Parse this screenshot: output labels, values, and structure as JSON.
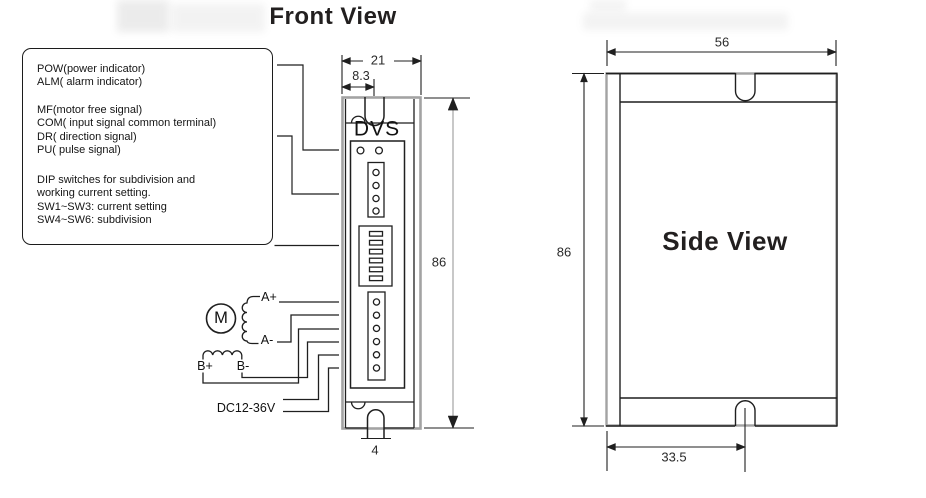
{
  "titles": {
    "front": "Front View",
    "side": "Side View"
  },
  "device": {
    "model": "DVS"
  },
  "legend": {
    "group1": [
      "POW(power indicator)",
      "ALM( alarm indicator)"
    ],
    "group2": [
      "MF(motor free signal)",
      "COM( input signal common terminal)",
      "DR( direction signal)",
      "PU( pulse signal)"
    ],
    "group3": [
      "DIP switches for subdivision and",
      "working current setting.",
      "SW1~SW3: current setting",
      "SW4~SW6: subdivision"
    ]
  },
  "motor": {
    "symbol": "M",
    "phase_a_plus": "A+",
    "phase_a_minus": "A-",
    "phase_b_plus": "B+",
    "phase_b_minus": "B-",
    "power_supply": "DC12-36V"
  },
  "dimensions_front": {
    "width": "21",
    "notch_offset": "8.3",
    "height": "86",
    "tab_width": "4"
  },
  "dimensions_side": {
    "width": "56",
    "height": "86",
    "bottom_notch_offset": "33.5"
  },
  "colors": {
    "line": "#1f1f1f",
    "outline_gray": "#a3a3a3",
    "dim_gray": "#b5b5b5"
  }
}
